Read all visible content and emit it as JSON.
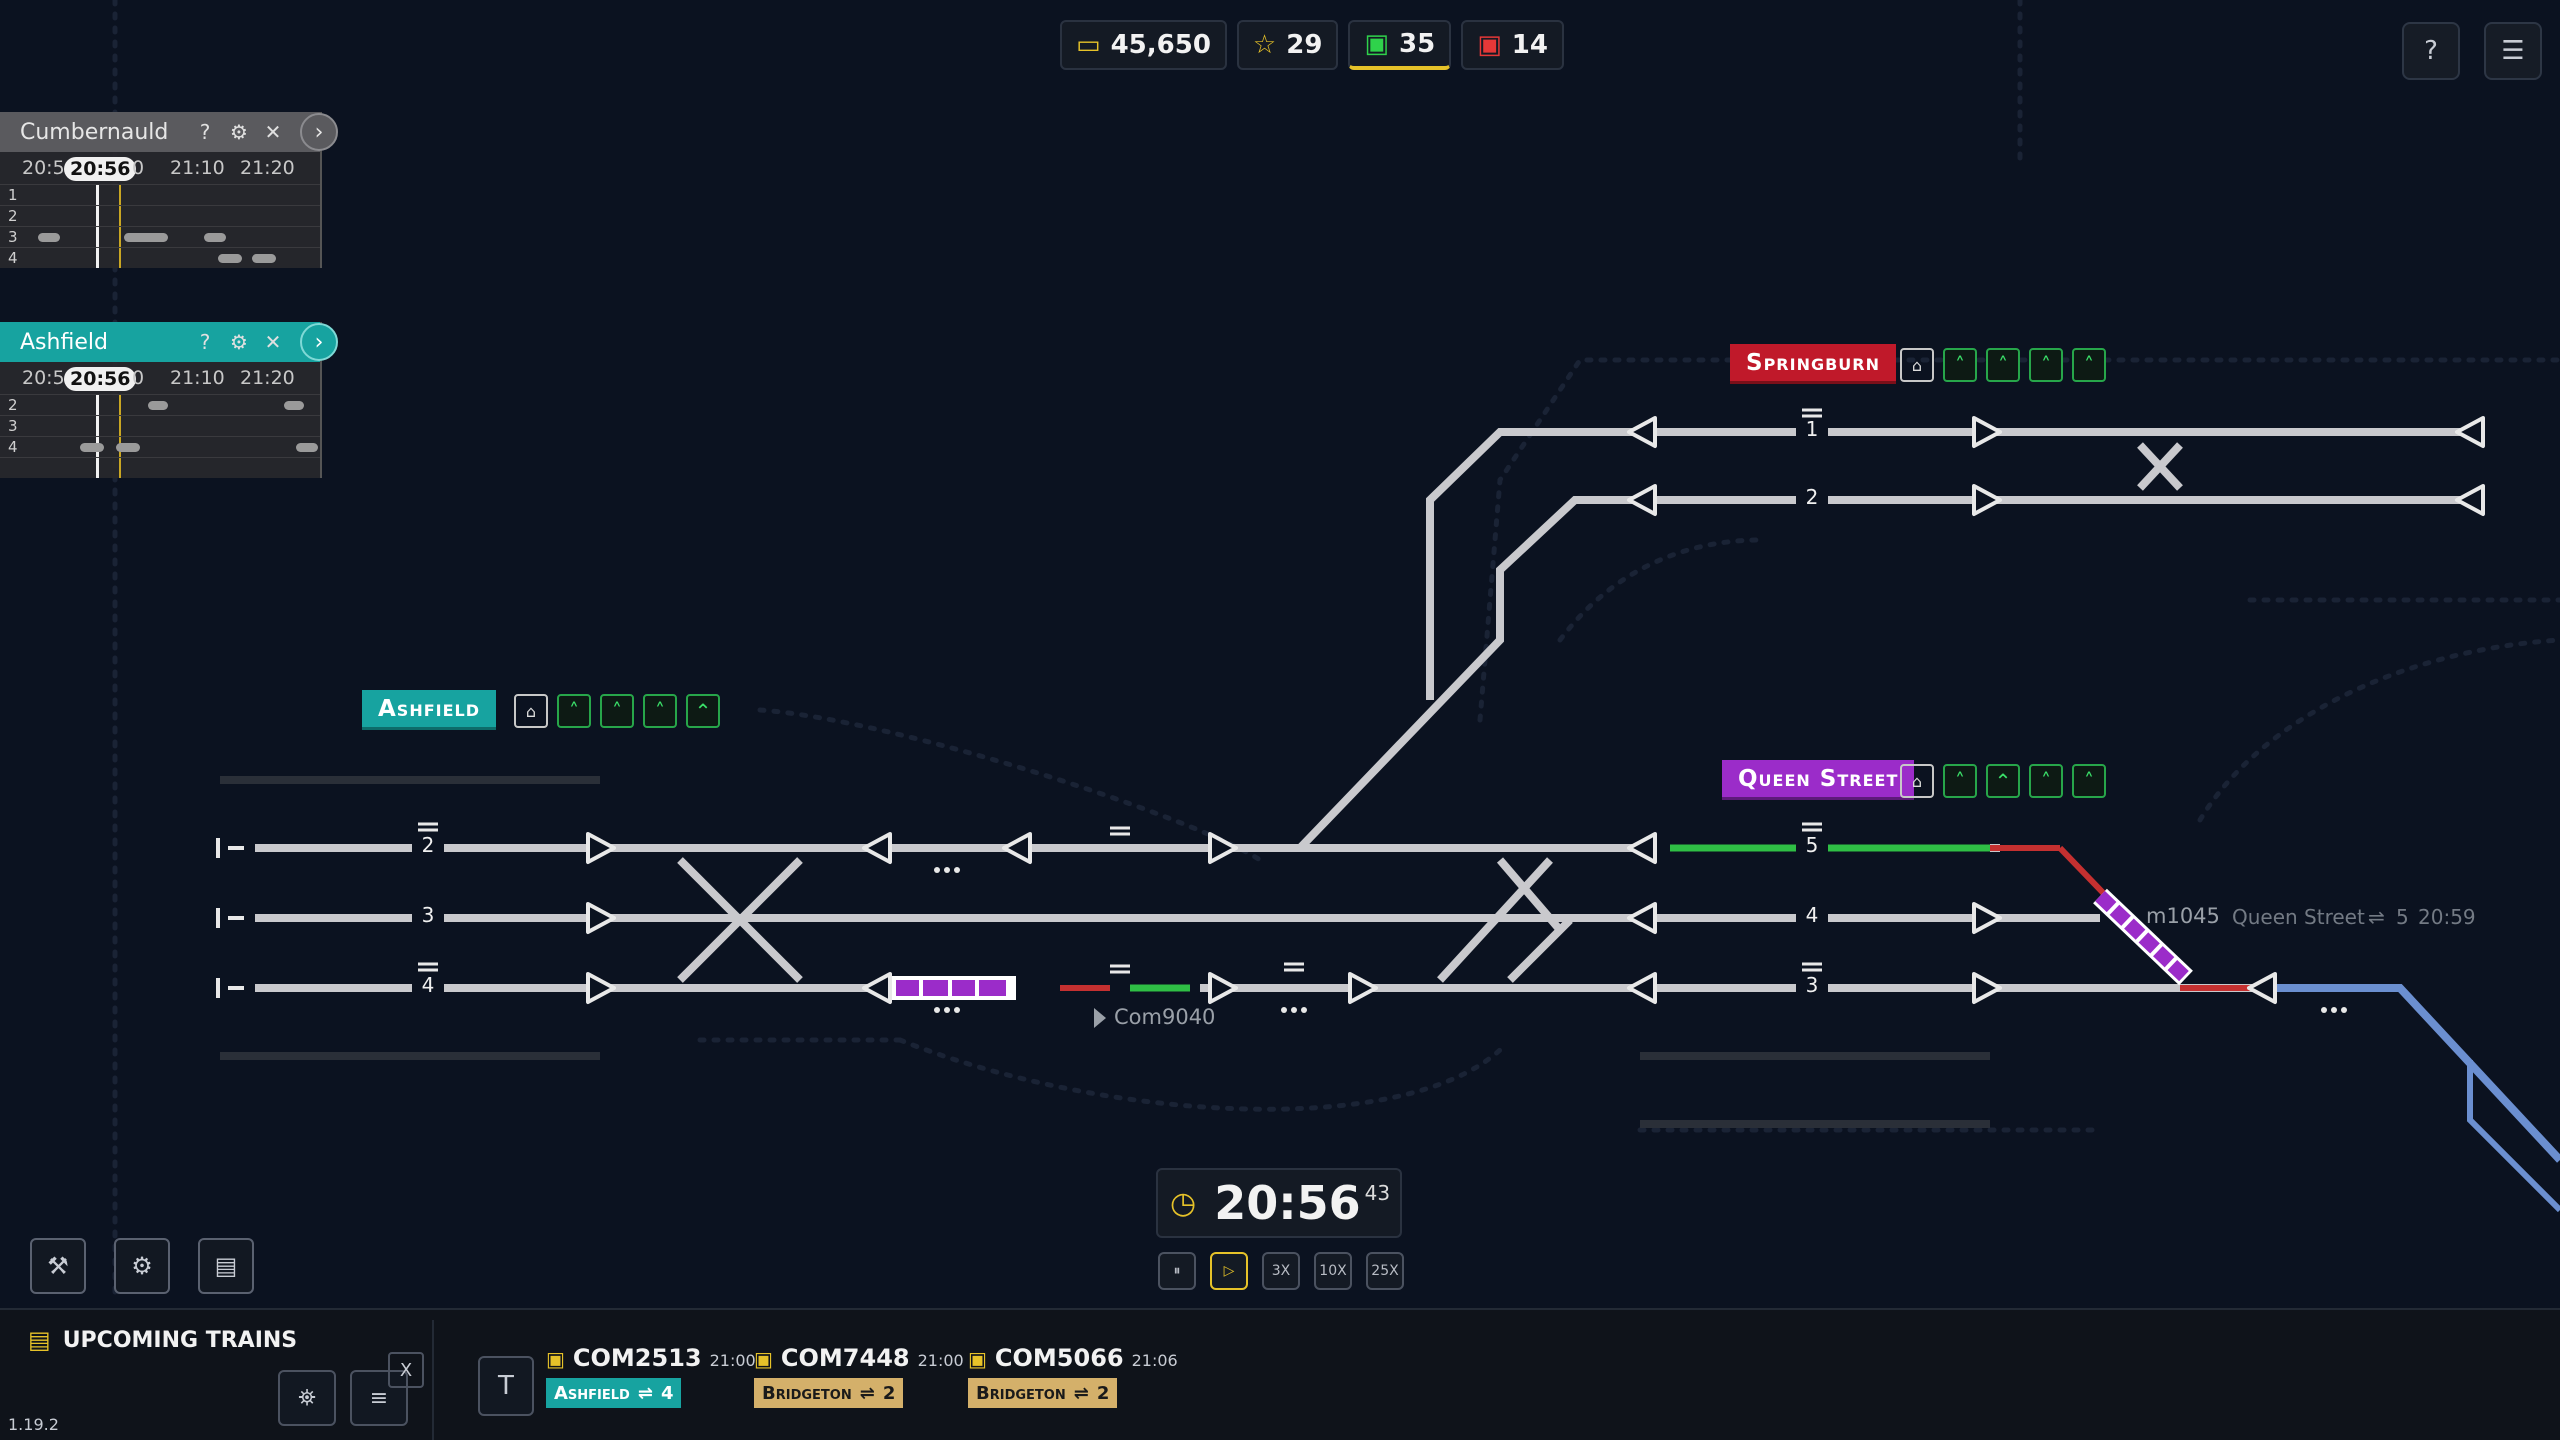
{
  "resources": {
    "money": "45,650",
    "stars": "29",
    "trains_ok": "35",
    "trains_late": "14"
  },
  "panels": [
    {
      "name": "Cumbernauld",
      "times": [
        "20:5",
        "20:56",
        "0",
        "21:10",
        "21:20"
      ],
      "rows": [
        "1",
        "2",
        "3",
        "4"
      ]
    },
    {
      "name": "Ashfield",
      "times": [
        "20:5",
        "20:56",
        "0",
        "21:10",
        "21:20"
      ],
      "rows": [
        "2",
        "3",
        "4"
      ]
    }
  ],
  "stations": {
    "ashfield": "Ashfield",
    "springburn": "Springburn",
    "queen_street": "Queen Street"
  },
  "platforms": {
    "a2": "2",
    "a3": "3",
    "a4": "4",
    "s1": "1",
    "s2": "2",
    "q5": "5",
    "q4": "4",
    "q3": "3"
  },
  "trains": {
    "com9040": "Com9040",
    "queue_id": "m1045",
    "queue_dest": "Queen Street",
    "queue_platform": "5",
    "queue_time": "20:59"
  },
  "clock": {
    "time": "20:56",
    "seconds": "43",
    "speeds": [
      "3X",
      "10X",
      "25X"
    ]
  },
  "bottom": {
    "upcoming_title": "UPCOMING TRAINS",
    "close": "X",
    "t_button": "T",
    "version": "1.19.2",
    "upcoming": [
      {
        "id": "COM2513",
        "time": "21:00",
        "dest": "Ashfield",
        "platform": "4"
      },
      {
        "id": "COM7448",
        "time": "21:00",
        "dest": "Bridgeton",
        "platform": "2"
      },
      {
        "id": "COM5066",
        "time": "21:06",
        "dest": "Bridgeton",
        "platform": "2"
      }
    ]
  },
  "colors": {
    "accent": "#e6c229",
    "ashfield": "#17a3a0",
    "springburn": "#c0192a",
    "queen_street": "#9b2cc9",
    "signal_green": "#2fd24b",
    "signal_red": "#e53838"
  }
}
